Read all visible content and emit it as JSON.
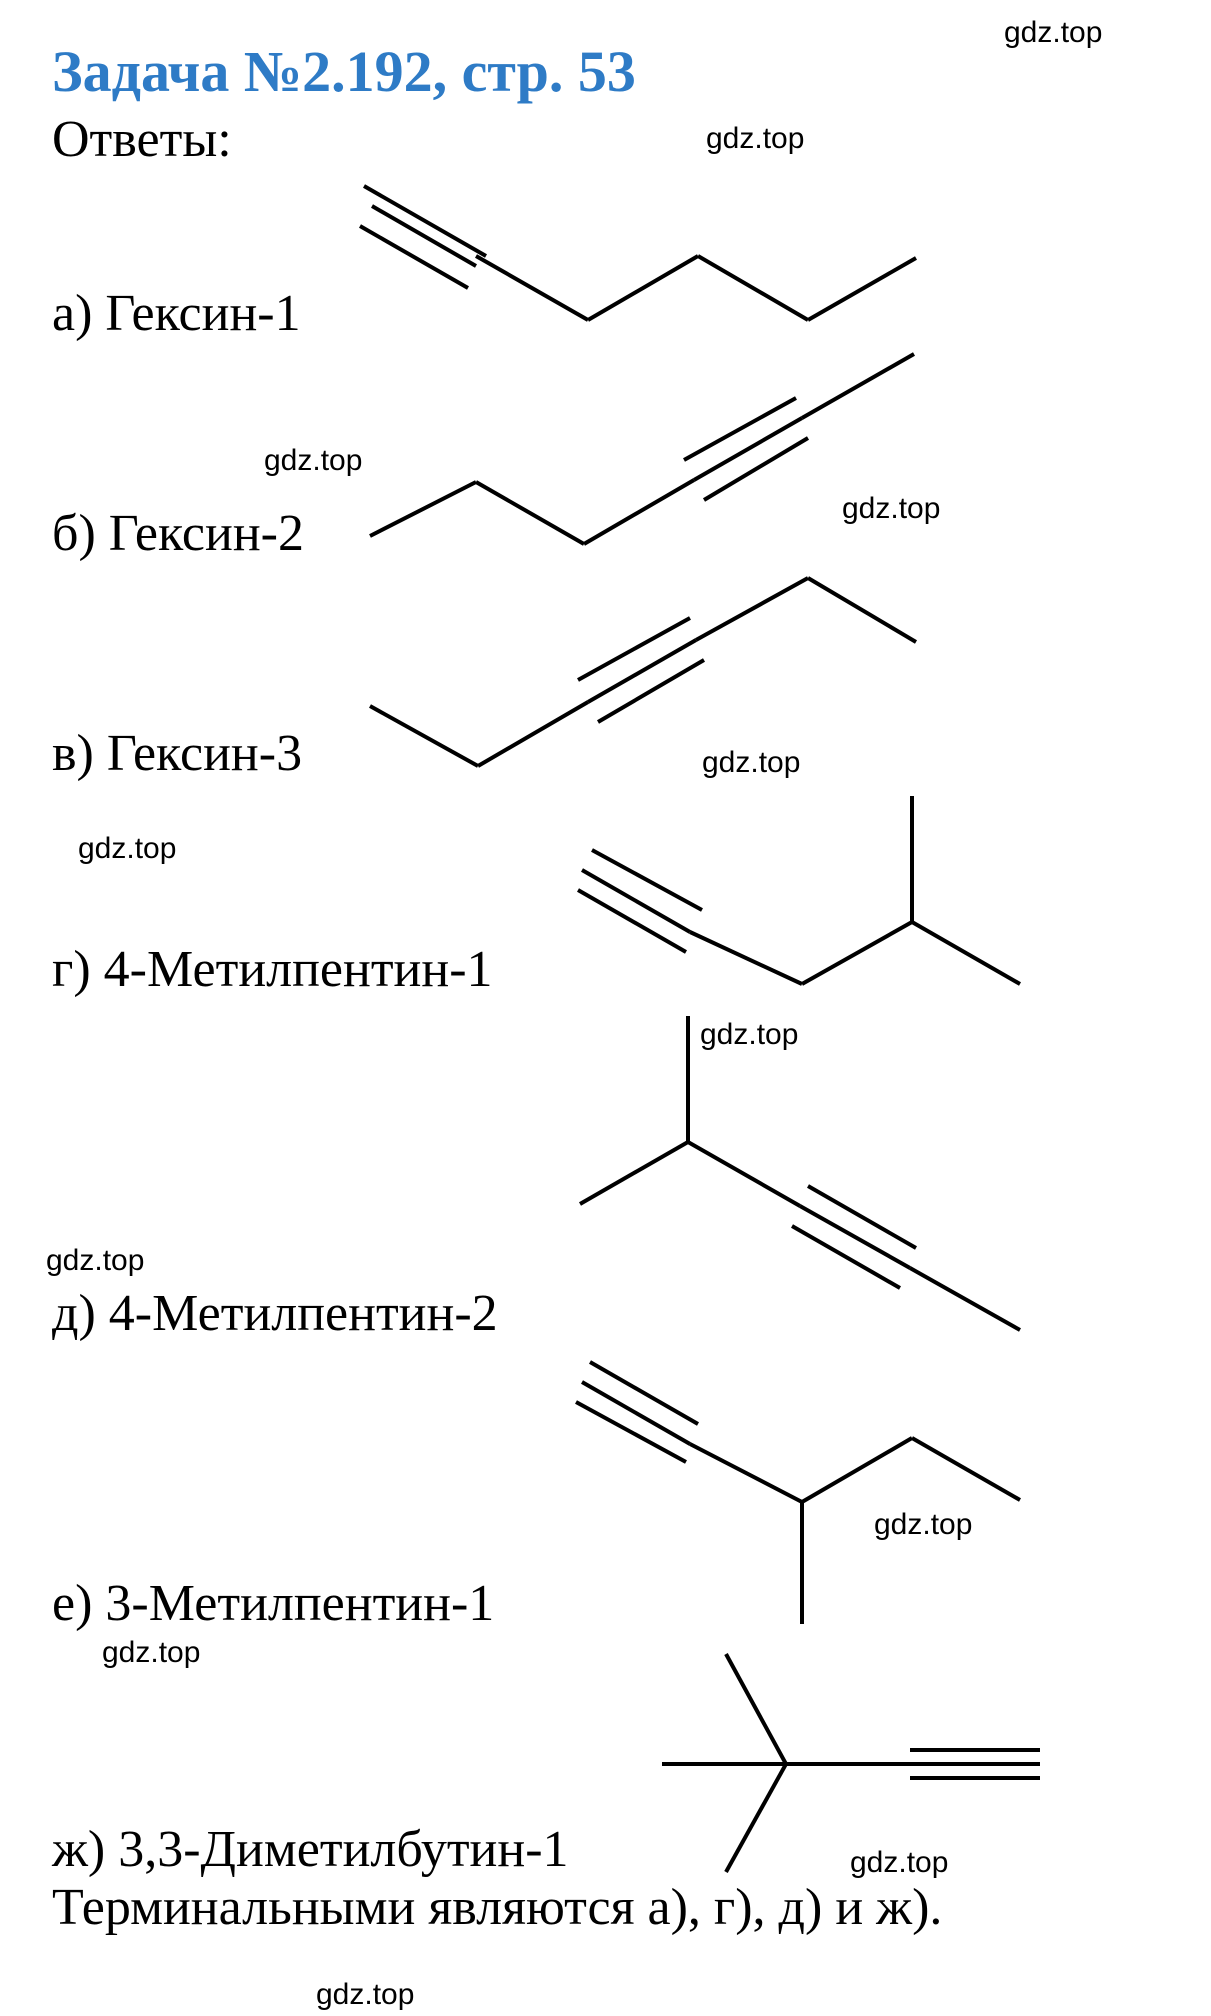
{
  "title": "Задача №2.192, стр. 53",
  "answers_label": "Ответы:",
  "items": [
    {
      "letter": "а)",
      "name": "Гексин-1",
      "label": "а) Гексин-1"
    },
    {
      "letter": "б)",
      "name": "Гексин-2",
      "label": "б) Гексин-2"
    },
    {
      "letter": "в)",
      "name": "Гексин-3",
      "label": "в) Гексин-3"
    },
    {
      "letter": "г)",
      "name": "4-Метилпентин-1",
      "label": "г) 4-Метилпентин-1"
    },
    {
      "letter": "д)",
      "name": "4-Метилпентин-2",
      "label": "д) 4-Метилпентин-2"
    },
    {
      "letter": "е)",
      "name": "3-Метилпентин-1",
      "label": "е) 3-Метилпентин-1"
    },
    {
      "letter": "ж)",
      "name": "3,3-Диметилбутин-1",
      "label": "ж) 3,3-Диметилбутин-1"
    }
  ],
  "conclusion": "Терминальными являются а), г), д) и ж).",
  "watermark": "gdz.top"
}
